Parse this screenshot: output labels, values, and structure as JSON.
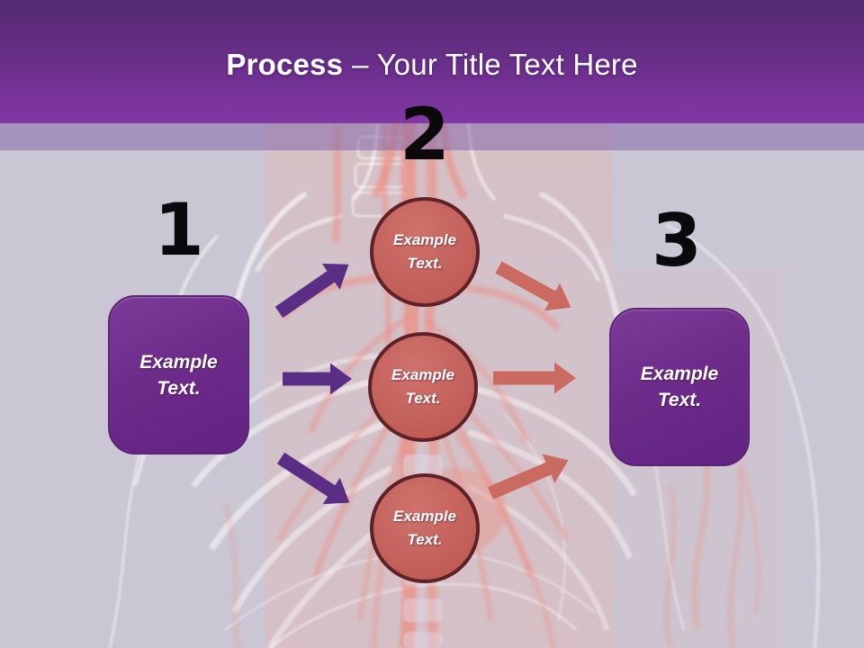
{
  "title": {
    "keyword": "Process",
    "rest": "– Your Title Text Here"
  },
  "steps": {
    "numbers": [
      "1",
      "2",
      "3"
    ]
  },
  "left_box": {
    "line1": "Example",
    "line2": "Text."
  },
  "right_box": {
    "line1": "Example",
    "line2": "Text."
  },
  "circles": [
    {
      "line1": "Example",
      "line2": "Text."
    },
    {
      "line1": "Example",
      "line2": "Text."
    },
    {
      "line1": "Example",
      "line2": "Text."
    }
  ],
  "background": {
    "image_description": "translucent human torso anatomy with red circulatory vessels"
  },
  "colors": {
    "header_gradient_top": "#532a70",
    "header_gradient_bottom": "#8338a5",
    "sub_strip": "#a996c0",
    "canvas_background": "#cbc6d3",
    "purple_shape": "#6d2c8a",
    "purple_arrow": "#5b2e86",
    "red_circle": "#c4625c",
    "red_circle_border": "#5e2127",
    "red_arrow": "#ca6a60",
    "number_color": "#0b090c",
    "title_color": "#ffffff"
  }
}
